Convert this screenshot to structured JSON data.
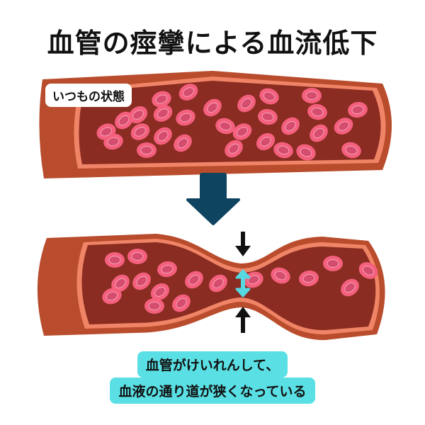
{
  "title": "血管の痙攣による血流低下",
  "normal_label": "いつもの状態",
  "caption": {
    "line1": "血管がけいれんして、",
    "line2": "血液の通り道が狭くなっている"
  },
  "colors": {
    "vessel_outer": "#b84c2c",
    "vessel_wall": "#f08466",
    "lumen": "#8a2c22",
    "cell": "#f4607e",
    "cell_inner": "#d44d6e",
    "down_arrow": "#0e4460",
    "squeeze_arrows": "#111111",
    "narrow_indicator": "#55d8e0",
    "caption_bg": "#5ae0e4"
  },
  "icons": {
    "flow_arrow": "down-arrow-icon",
    "pressure_top": "arrow-down-icon",
    "pressure_bottom": "arrow-up-icon",
    "narrowing": "double-headed-arrow-icon"
  }
}
